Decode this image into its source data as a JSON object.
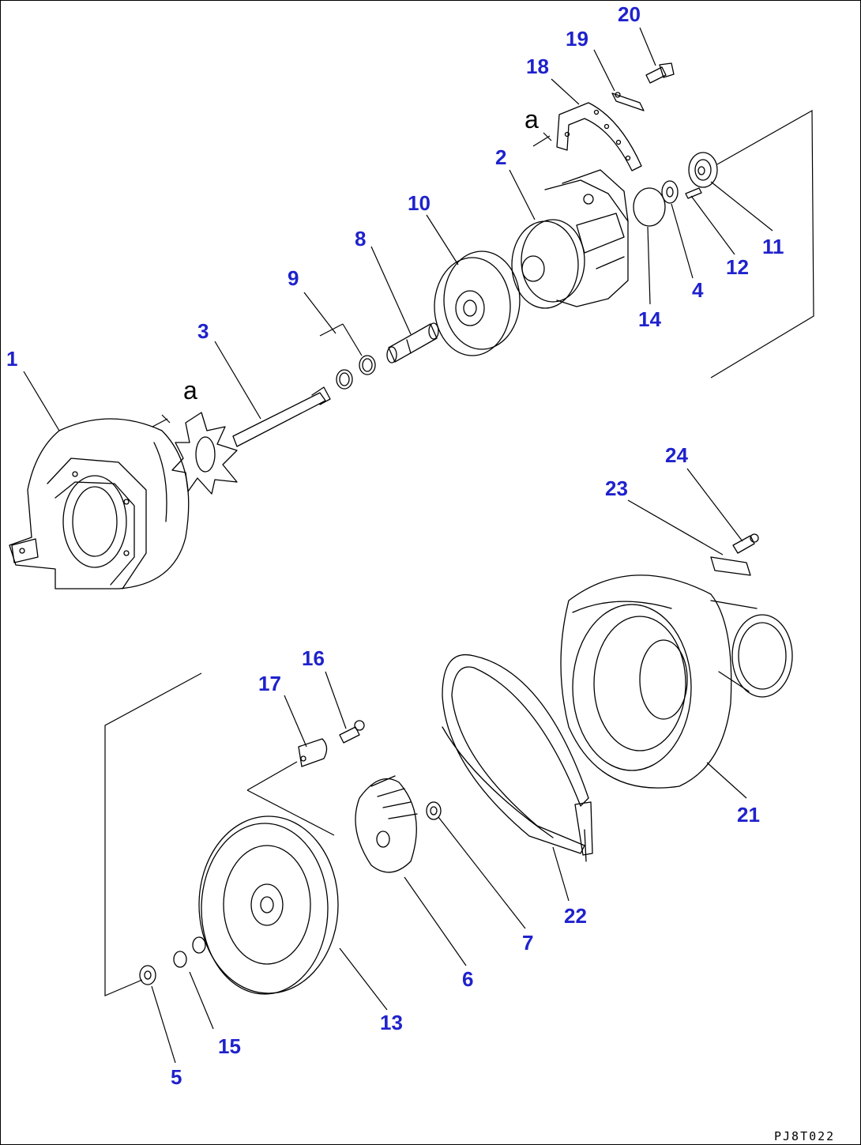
{
  "diagram": {
    "code": "PJ8T022",
    "ref_mark": "a",
    "callouts": [
      "1",
      "2",
      "3",
      "4",
      "5",
      "6",
      "7",
      "8",
      "9",
      "10",
      "11",
      "12",
      "13",
      "14",
      "15",
      "16",
      "17",
      "18",
      "19",
      "20",
      "21",
      "22",
      "23",
      "24"
    ]
  },
  "colors": {
    "callout": "#1f22cc",
    "line": "#000000",
    "background": "#ffffff"
  }
}
